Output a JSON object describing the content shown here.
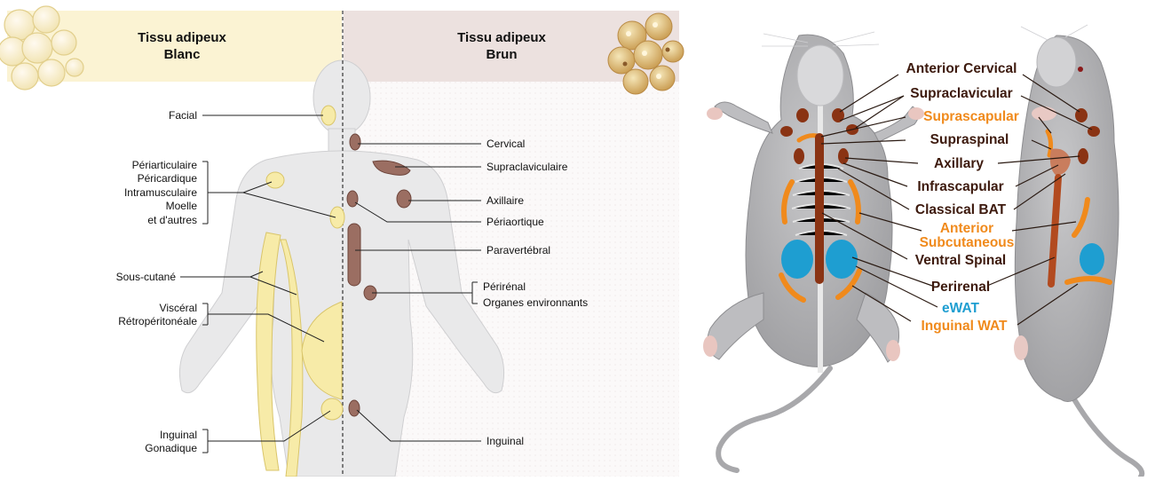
{
  "human": {
    "white_header": {
      "line1": "Tissu adipeux",
      "line2": "Blanc"
    },
    "brown_header": {
      "line1": "Tissu adipeux",
      "line2": "Brun"
    },
    "white_labels": {
      "facial": "Facial",
      "periarticular_group": [
        "Périarticulaire",
        "Péricardique",
        "Intramusculaire",
        "Moelle",
        "et d'autres"
      ],
      "subcutaneous": "Sous-cutané",
      "visceral_group": [
        "Viscéral",
        "Rétropéritonéale"
      ],
      "inguinal_group": [
        "Inguinal",
        "Gonadique"
      ]
    },
    "brown_labels": {
      "cervical": "Cervical",
      "supraclavicular": "Supraclaviculaire",
      "axillary": "Axillaire",
      "periaortic": "Périaortique",
      "paravertebral": "Paravertébral",
      "perirenal_group": [
        "Périrénal",
        "Organes environnants"
      ],
      "inguinal": "Inguinal"
    }
  },
  "mouse": {
    "labels": {
      "anterior_cervical": "Anterior Cervical",
      "supraclavicular": "Supraclavicular",
      "suprascapular": "Suprascapular",
      "supraspinal": "Supraspinal",
      "axillary": "Axillary",
      "infrascapular": "Infrascapular",
      "classical_bat": "Classical BAT",
      "anterior": "Anterior",
      "subcutaneous": "Subcutaneous",
      "ventral_spinal": "Ventral Spinal",
      "perirenal": "Perirenal",
      "ewat": "eWAT",
      "inguinal_wat": "Inguinal WAT"
    }
  },
  "colors": {
    "white_fat": "#f7eba8",
    "white_fat_stroke": "#d9c56a",
    "white_header_bg": "#fbf3d3",
    "brown_fat": "#9b6e62",
    "brown_fat_stroke": "#6e453b",
    "brown_header_bg": "#ece1df",
    "mouse_brown": "#8a3313",
    "mouse_orange": "#f08a1c",
    "mouse_blue": "#1e9ed1",
    "label_dark": "#3d1a0e"
  }
}
